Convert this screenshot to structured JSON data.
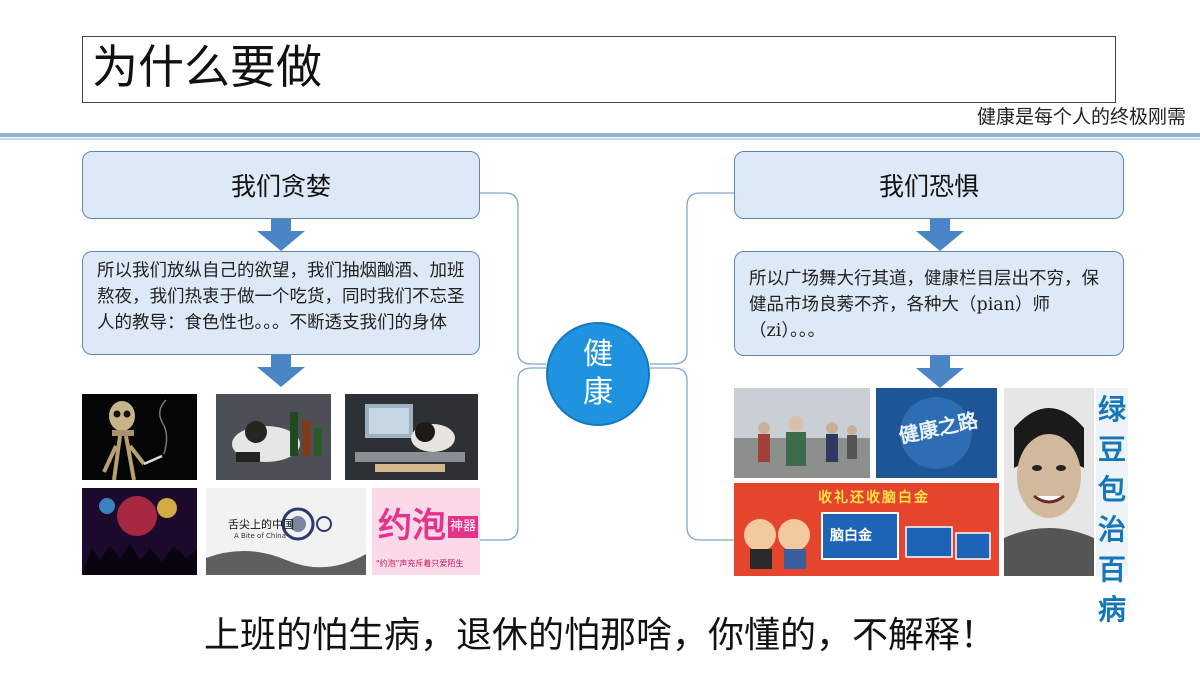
{
  "header": {
    "title": "为什么要做",
    "subtitle": "健康是每个人的终极刚需"
  },
  "left": {
    "heading": "我们贪婪",
    "body": "所以我们放纵自己的欲望，我们抽烟酗酒、加班熬夜，我们热衷于做一个吃货，同时我们不忘圣人的教导：食色性也。。。不断透支我们的身体",
    "photo2_caption": "舌尖上的中国",
    "photo2_sub": "A Bite of China",
    "photo3_big": "约泡",
    "photo3_small": "神器",
    "photo3_caption": "\"约泡\"声充斥着只爱陌生"
  },
  "right": {
    "heading": "我们恐惧",
    "body": "所以广场舞大行其道，健康栏目层出不穷，保健品市场良莠不齐，各种大（pian）师（zi）。。。",
    "tv_logo": "健康之路",
    "ad_text": "收礼还收脑白金",
    "ad_brand": "脑白金",
    "banner_chars": [
      "绿",
      "豆",
      "包",
      "治",
      "百",
      "病"
    ]
  },
  "center": {
    "line1": "健",
    "line2": "康"
  },
  "footer": {
    "text": "上班的怕生病，退休的怕那啥，你懂的，不解释！"
  },
  "colors": {
    "box_fill": "#dde9f6",
    "box_border": "#5b88b5",
    "arrow": "#4a86c5",
    "circle": "#1f93df",
    "divider": "#8fb4d6"
  }
}
